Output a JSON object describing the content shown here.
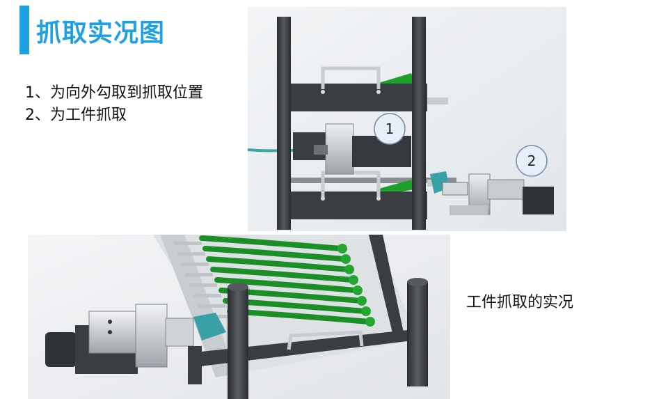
{
  "header": {
    "title": "抓取实况图",
    "accent_color": "#1fa0e0"
  },
  "notes": [
    {
      "text": "1、为向外勾取到抓取位置"
    },
    {
      "text": "2、为工件抓取"
    }
  ],
  "figure_top": {
    "callouts": [
      {
        "label": "1"
      },
      {
        "label": "2"
      }
    ]
  },
  "figure_bottom": {
    "caption": "工件抓取的实况"
  },
  "colors": {
    "frame": "#3a3d42",
    "gripper_green": "#1e9e2a",
    "cylinder": "#cfd3d6",
    "motor": "#2f3236"
  }
}
